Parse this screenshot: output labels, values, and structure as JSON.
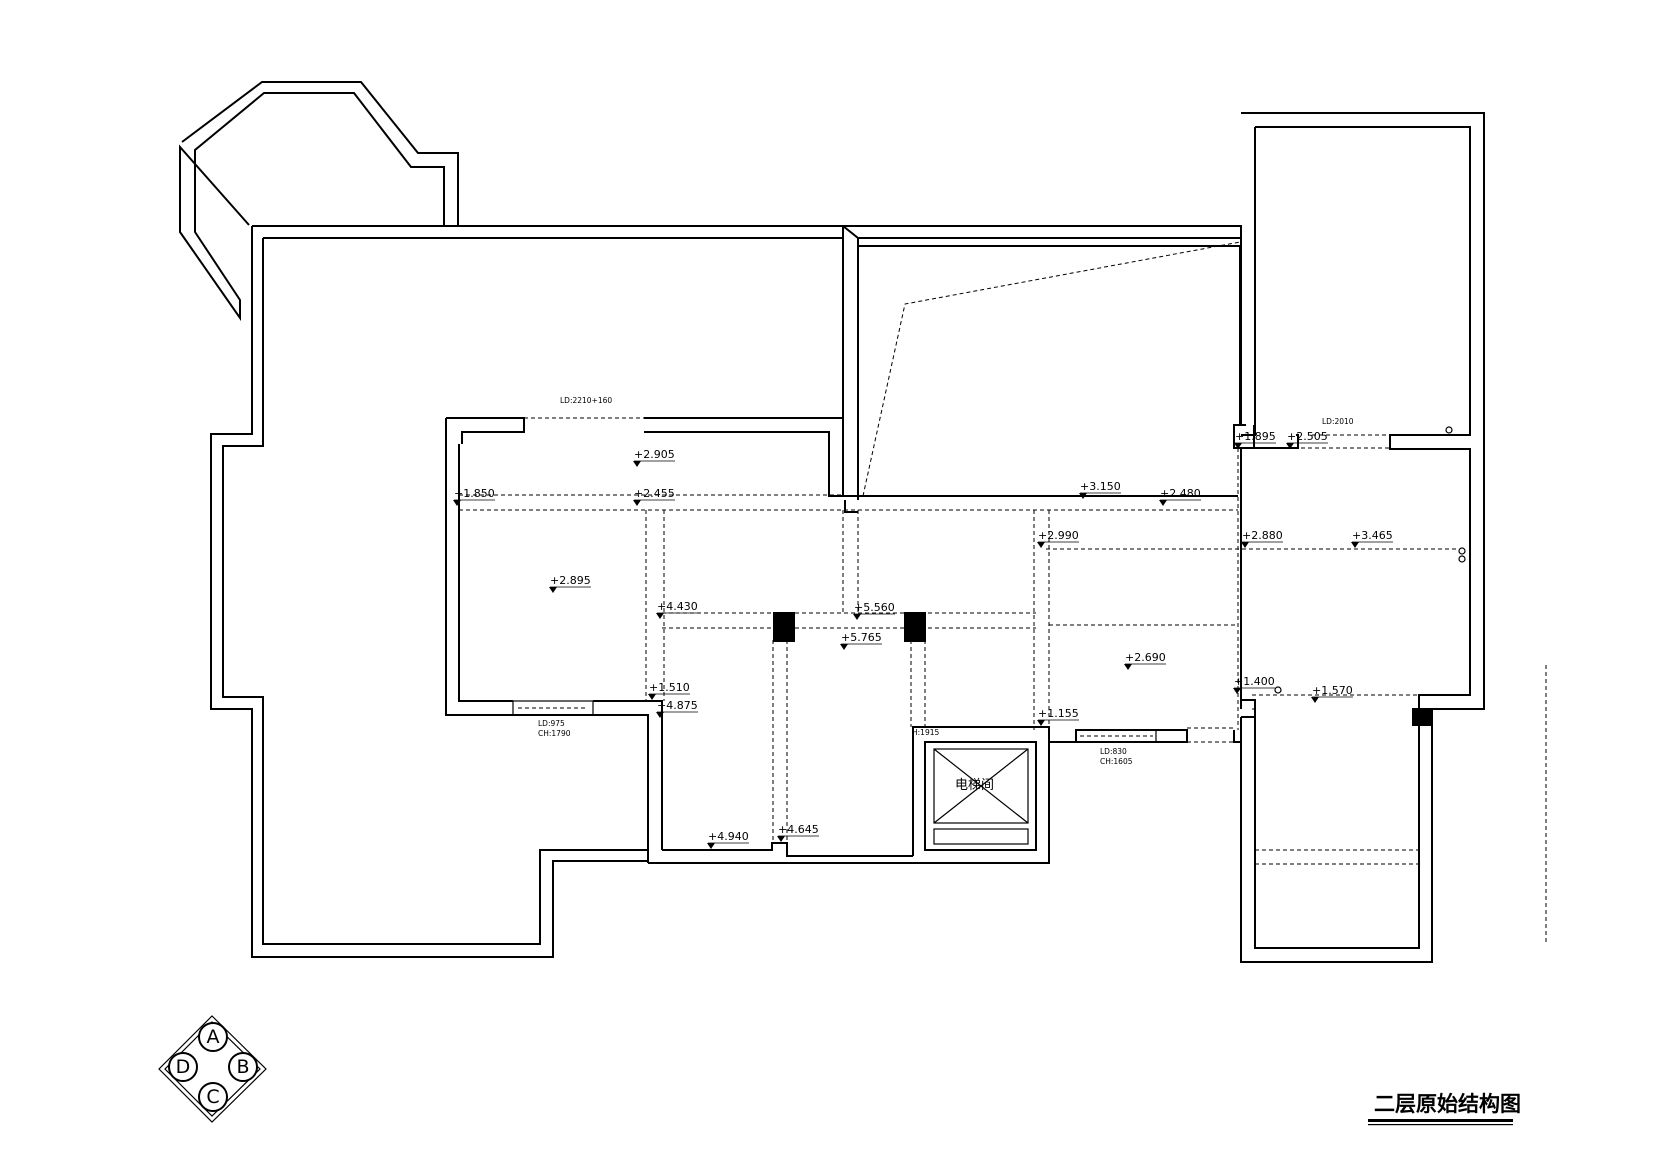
{
  "drawing": {
    "title": "二层原始结构图",
    "elevator_label": "电梯间",
    "elevator_height": "H:1915"
  },
  "openings": {
    "top_left_window": "LD:2210+160",
    "top_right_window": "LD:2010",
    "left_bottom_window_ld": "LD:975",
    "left_bottom_window_ch": "CH:1790",
    "middle_bottom_window_ld": "LD:830",
    "middle_bottom_window_ch": "CH:1605"
  },
  "levels": {
    "l_2905": "+2.905",
    "l_1850": "+1.850",
    "l_2455": "+2.455",
    "l_3150": "+3.150",
    "l_2480": "+2.480",
    "l_1895": "+1.895",
    "l_2505": "+2.505",
    "l_2990": "+2.990",
    "l_2880": "+2.880",
    "l_3465": "+3.465",
    "l_2895": "+2.895",
    "l_4430": "+4.430",
    "l_5560": "+5.560",
    "l_5765": "+5.765",
    "l_2690": "+2.690",
    "l_1510": "+1.510",
    "l_4875": "+4.875",
    "l_1400": "+1.400",
    "l_1570": "+1.570",
    "l_1155": "+1.155",
    "l_4940": "+4.940",
    "l_4645": "+4.645"
  },
  "compass": {
    "a": "A",
    "b": "B",
    "c": "C",
    "d": "D"
  }
}
